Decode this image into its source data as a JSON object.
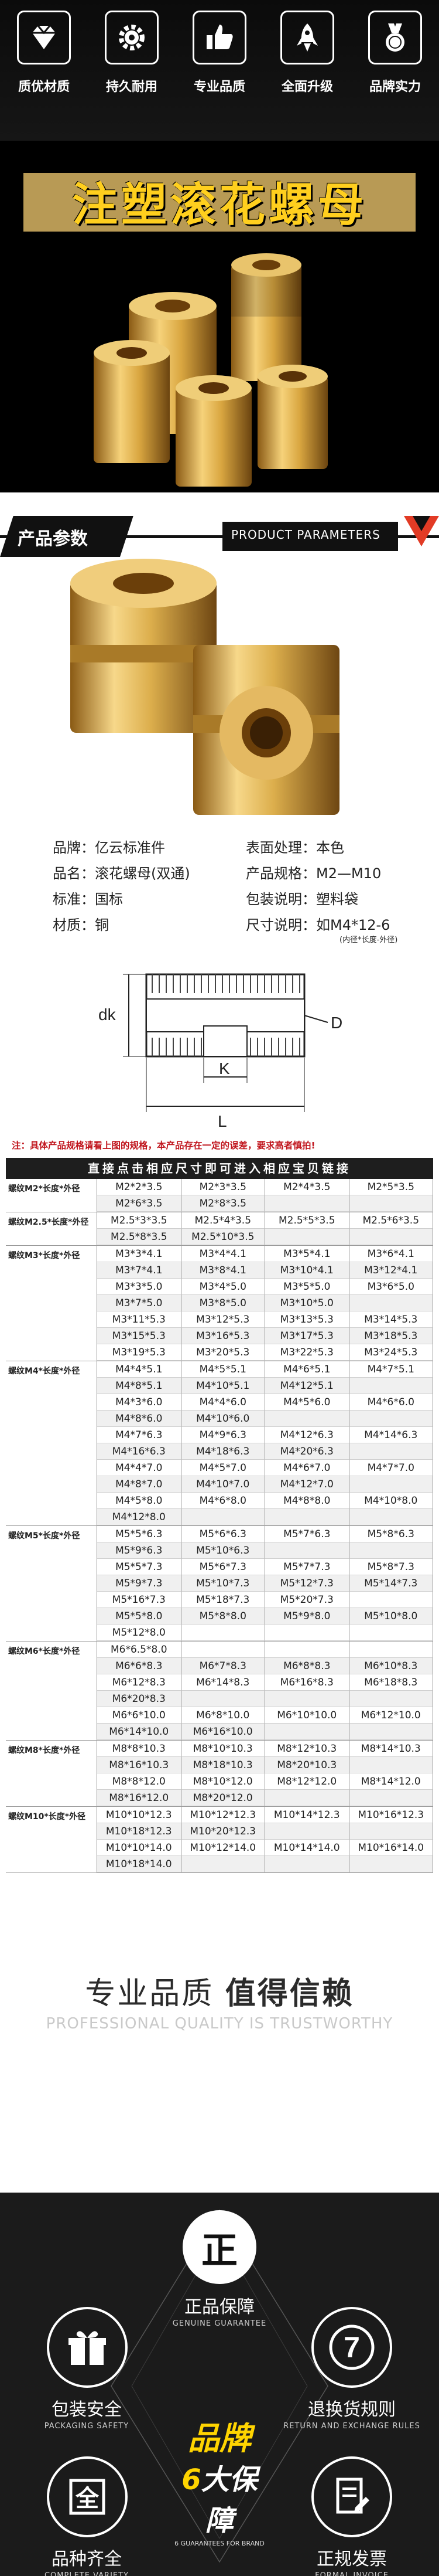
{
  "features": [
    {
      "icon": "diamond-icon",
      "label": "质优材质"
    },
    {
      "icon": "gear-icon",
      "label": "持久耐用"
    },
    {
      "icon": "thumbs-up-icon",
      "label": "专业品质"
    },
    {
      "icon": "rocket-icon",
      "label": "全面升级"
    },
    {
      "icon": "medal-icon",
      "label": "品牌实力"
    }
  ],
  "hero_title": "注塑滚花螺母",
  "param_header": {
    "cn": "产品参数",
    "en": "PRODUCT PARAMETERS"
  },
  "info": {
    "rows": [
      [
        "品牌：亿云标准件",
        "表面处理：本色"
      ],
      [
        "品名：滚花螺母(双通)",
        "产品规格：M2—M10"
      ],
      [
        "标准：国标",
        "包装说明：塑料袋"
      ],
      [
        "材质：铜",
        "尺寸说明：如M4*12-6"
      ]
    ],
    "size_note": "(内径*长度-外径)"
  },
  "diagram": {
    "dk": "dk",
    "d": "D",
    "k": "K",
    "l": "L"
  },
  "table_note": "注：具体产品规格请看上图的规格，本产品存在一定的误差，要求高者慎拍!",
  "table_header": "直接点击相应尺寸即可进入相应宝贝链接",
  "table_groups": [
    {
      "label": "螺纹M2*长度*外径",
      "cells": [
        "M2*2*3.5",
        "M2*3*3.5",
        "M2*4*3.5",
        "M2*5*3.5",
        "M2*6*3.5",
        "M2*8*3.5",
        "",
        ""
      ]
    },
    {
      "label": "螺纹M2.5*长度*外径",
      "cells": [
        "M2.5*3*3.5",
        "M2.5*4*3.5",
        "M2.5*5*3.5",
        "M2.5*6*3.5",
        "M2.5*8*3.5",
        "M2.5*10*3.5",
        "",
        ""
      ]
    },
    {
      "label": "螺纹M3*长度*外径",
      "cells": [
        "M3*3*4.1",
        "M3*4*4.1",
        "M3*5*4.1",
        "M3*6*4.1",
        "M3*7*4.1",
        "M3*8*4.1",
        "M3*10*4.1",
        "M3*12*4.1",
        "M3*3*5.0",
        "M3*4*5.0",
        "M3*5*5.0",
        "M3*6*5.0",
        "M3*7*5.0",
        "M3*8*5.0",
        "M3*10*5.0",
        "",
        "M3*11*5.3",
        "M3*12*5.3",
        "M3*13*5.3",
        "M3*14*5.3",
        "M3*15*5.3",
        "M3*16*5.3",
        "M3*17*5.3",
        "M3*18*5.3",
        "M3*19*5.3",
        "M3*20*5.3",
        "M3*22*5.3",
        "M3*24*5.3"
      ]
    },
    {
      "label": "螺纹M4*长度*外径",
      "cells": [
        "M4*4*5.1",
        "M4*5*5.1",
        "M4*6*5.1",
        "M4*7*5.1",
        "M4*8*5.1",
        "M4*10*5.1",
        "M4*12*5.1",
        "",
        "M4*3*6.0",
        "M4*4*6.0",
        "M4*5*6.0",
        "M4*6*6.0",
        "M4*8*6.0",
        "M4*10*6.0",
        "",
        "",
        "M4*7*6.3",
        "M4*9*6.3",
        "M4*12*6.3",
        "M4*14*6.3",
        "M4*16*6.3",
        "M4*18*6.3",
        "M4*20*6.3",
        "",
        "M4*4*7.0",
        "M4*5*7.0",
        "M4*6*7.0",
        "M4*7*7.0",
        "M4*8*7.0",
        "M4*10*7.0",
        "M4*12*7.0",
        "",
        "M4*5*8.0",
        "M4*6*8.0",
        "M4*8*8.0",
        "M4*10*8.0",
        "M4*12*8.0",
        "",
        "",
        ""
      ]
    },
    {
      "label": "螺纹M5*长度*外径",
      "cells": [
        "M5*5*6.3",
        "M5*6*6.3",
        "M5*7*6.3",
        "M5*8*6.3",
        "M5*9*6.3",
        "M5*10*6.3",
        "",
        "",
        "M5*5*7.3",
        "M5*6*7.3",
        "M5*7*7.3",
        "M5*8*7.3",
        "M5*9*7.3",
        "M5*10*7.3",
        "M5*12*7.3",
        "M5*14*7.3",
        "M5*16*7.3",
        "M5*18*7.3",
        "M5*20*7.3",
        "",
        "M5*5*8.0",
        "M5*8*8.0",
        "M5*9*8.0",
        "M5*10*8.0",
        "M5*12*8.0",
        "",
        "",
        ""
      ]
    },
    {
      "label": "螺纹M6*长度*外径",
      "cells": [
        "M6*6.5*8.0",
        "",
        "",
        "",
        "M6*6*8.3",
        "M6*7*8.3",
        "M6*8*8.3",
        "M6*10*8.3",
        "M6*12*8.3",
        "M6*14*8.3",
        "M6*16*8.3",
        "M6*18*8.3",
        "M6*20*8.3",
        "",
        "",
        "",
        "M6*6*10.0",
        "M6*8*10.0",
        "M6*10*10.0",
        "M6*12*10.0",
        "M6*14*10.0",
        "M6*16*10.0",
        "",
        ""
      ]
    },
    {
      "label": "螺纹M8*长度*外径",
      "cells": [
        "M8*8*10.3",
        "M8*10*10.3",
        "M8*12*10.3",
        "M8*14*10.3",
        "M8*16*10.3",
        "M8*18*10.3",
        "M8*20*10.3",
        "",
        "M8*8*12.0",
        "M8*10*12.0",
        "M8*12*12.0",
        "M8*14*12.0",
        "M8*16*12.0",
        "M8*20*12.0",
        "",
        ""
      ]
    },
    {
      "label": "螺纹M10*长度*外径",
      "cells": [
        "M10*10*12.3",
        "M10*12*12.3",
        "M10*14*12.3",
        "M10*16*12.3",
        "M10*18*12.3",
        "M10*20*12.3",
        "",
        "",
        "M10*10*14.0",
        "M10*12*14.0",
        "M10*14*14.0",
        "M10*16*14.0",
        "M10*18*14.0",
        "",
        "",
        ""
      ]
    }
  ],
  "quality": {
    "cn_light": "专业品质",
    "cn_bold": "值得信赖",
    "en": "PROFESSIONAL QUALITY IS TRUSTWORTHY"
  },
  "guarantees": {
    "center_char": "正",
    "items": [
      {
        "cn": "正品保障",
        "en": "GENUINE GUARANTEE"
      },
      {
        "cn": "包装安全",
        "en": "PACKAGING SAFETY"
      },
      {
        "cn": "退换货规则",
        "en": "RETURN AND EXCHANGE RULES"
      },
      {
        "cn": "品种齐全",
        "en": "COMPLETE VARIETY"
      },
      {
        "cn": "正规发票",
        "en": "FORMAL INVOICE"
      }
    ],
    "brand_line1": "品牌",
    "brand_num": "6",
    "brand_line2": "大保障",
    "brand_en": "6 GUARANTEES FOR BRAND",
    "return_days": "7"
  }
}
